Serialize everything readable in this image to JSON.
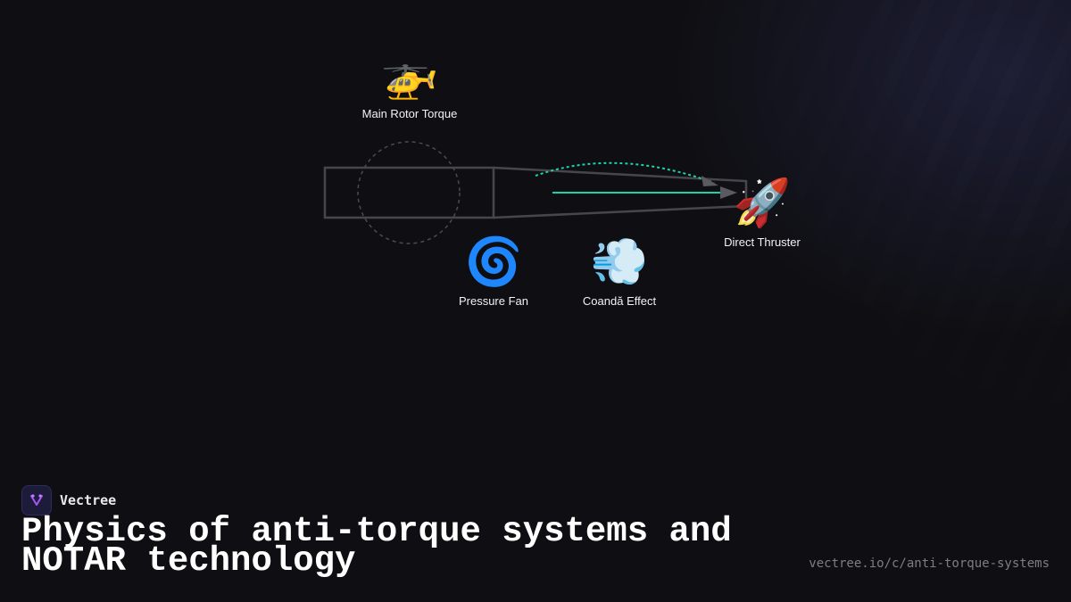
{
  "diagram": {
    "nodes": [
      {
        "id": "main-rotor",
        "icon": "helicopter",
        "emoji": "🚁",
        "label": "Main Rotor Torque"
      },
      {
        "id": "pressure-fan",
        "icon": "cyclone",
        "emoji": "🌀",
        "label": "Pressure Fan"
      },
      {
        "id": "coanda",
        "icon": "dash-wind",
        "emoji": "💨",
        "label": "Coandă Effect"
      },
      {
        "id": "thruster",
        "icon": "rocket",
        "emoji": "🚀",
        "label": "Direct Thruster"
      }
    ],
    "colors": {
      "outline": "#46464c",
      "airflow": "#19d3ad",
      "arrow": "#5a5a60",
      "rotor_circle": "#4a4a50"
    }
  },
  "footer": {
    "brand_name": "Vectree",
    "brand_icon": "vectree-logo-icon",
    "brand_color": "#a855f7",
    "title": "Physics of anti-torque systems and NOTAR technology",
    "url": "vectree.io/c/anti-torque-systems"
  }
}
